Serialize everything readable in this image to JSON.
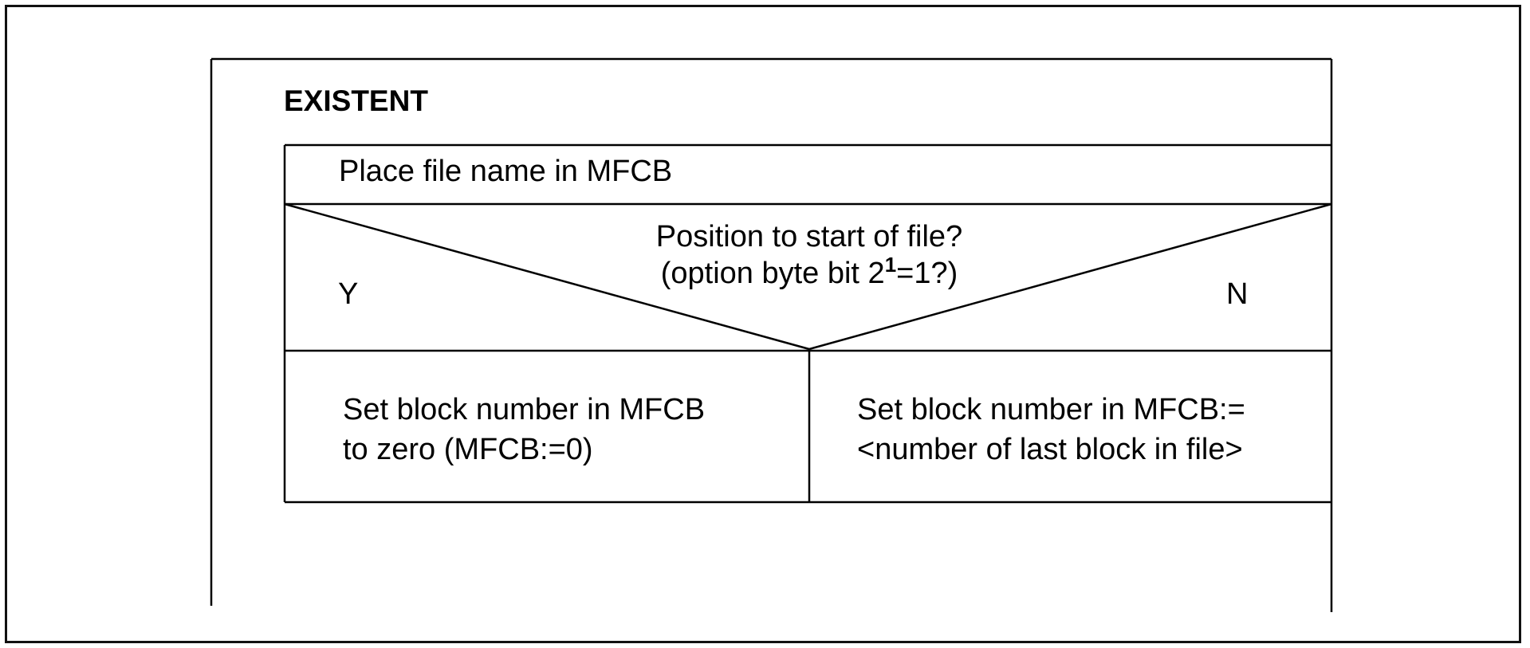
{
  "diagram": {
    "title": "EXISTENT",
    "action": "Place file name in MFCB",
    "condition": {
      "line1": "Position to start of file?",
      "line2_prefix": "(option byte bit 2",
      "line2_superscript": "1",
      "line2_suffix": "=1?)",
      "yes_label": "Y",
      "no_label": "N"
    },
    "yes_branch": {
      "line1": "Set block number in MFCB",
      "line2": "to zero (MFCB:=0)"
    },
    "no_branch": {
      "line1": "Set block number in MFCB:=",
      "line2": "<number of last block in file>"
    }
  }
}
